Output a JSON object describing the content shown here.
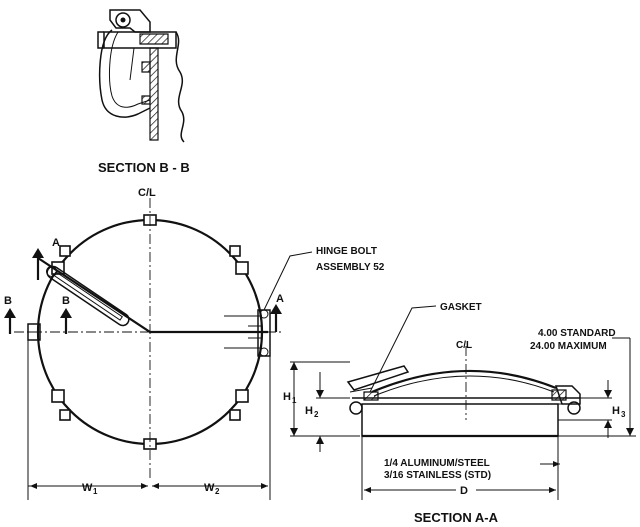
{
  "labels": {
    "section_bb": "SECTION B - B",
    "section_aa": "SECTION A-A",
    "cl_top": "C/L",
    "cl_section": "C/L",
    "cut_a_upper": "A",
    "cut_a_right": "A",
    "cut_b_left": "B",
    "cut_b_inner": "B",
    "hinge_bolt_line1": "HINGE BOLT",
    "hinge_bolt_line2": "ASSEMBLY 52",
    "gasket": "GASKET",
    "height_note_line1": "4.00 STANDARD",
    "height_note_line2": "24.00 MAXIMUM",
    "h1": "H",
    "h1_sub": "1",
    "h2": "H",
    "h2_sub": "2",
    "h3": "H",
    "h3_sub": "3",
    "w1": "W",
    "w1_sub": "1",
    "w2": "W",
    "w2_sub": "2",
    "material_line1": "1/4 ALUMINUM/STEEL",
    "material_line2": "3/16 STAINLESS (STD)",
    "d": "D"
  }
}
